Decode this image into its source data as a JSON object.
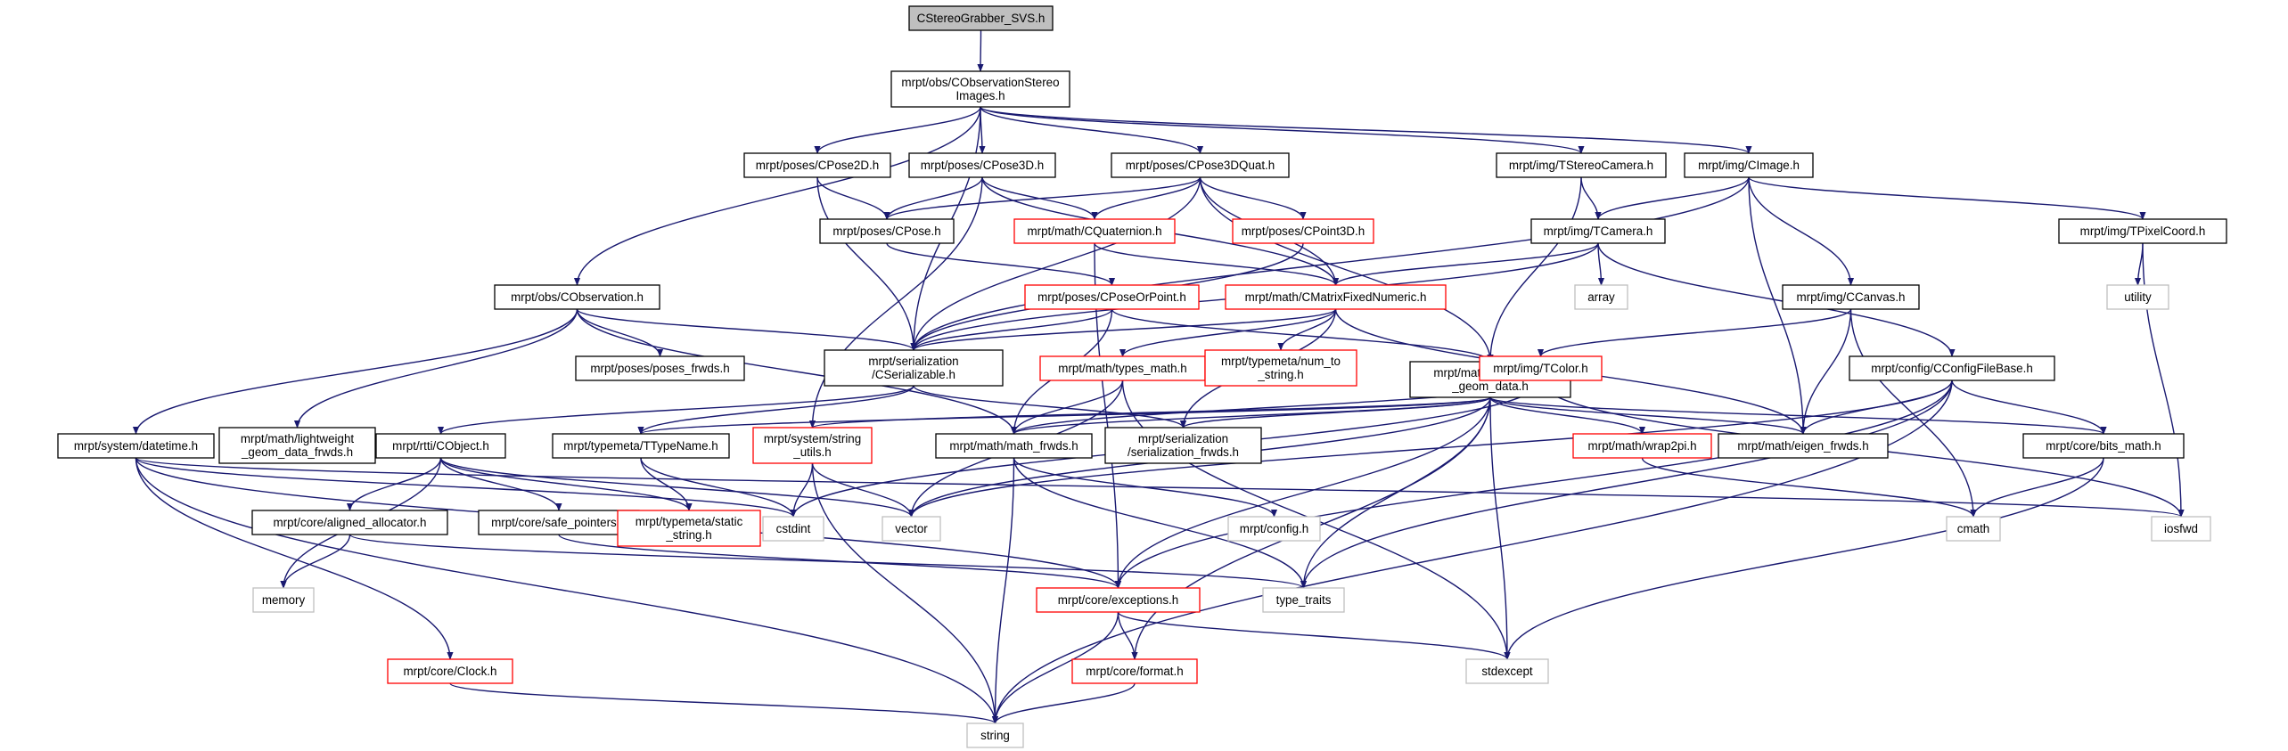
{
  "colors": {
    "edge": "#191970",
    "box_default": "#000000",
    "box_missing": "#ff0000",
    "box_external": "#bfbfbf",
    "fill_root": "#bfbfbf",
    "fill_default": "#ffffff"
  },
  "nodes": [
    {
      "id": "root",
      "lines": [
        "CStereoGrabber_SVS.h"
      ],
      "style": "root"
    },
    {
      "id": "obsstereo",
      "lines": [
        "mrpt/obs/CObservationStereo",
        "Images.h"
      ],
      "style": "default"
    },
    {
      "id": "pose2d",
      "lines": [
        "mrpt/poses/CPose2D.h"
      ],
      "style": "default"
    },
    {
      "id": "pose3d",
      "lines": [
        "mrpt/poses/CPose3D.h"
      ],
      "style": "default"
    },
    {
      "id": "pose3dquat",
      "lines": [
        "mrpt/poses/CPose3DQuat.h"
      ],
      "style": "default"
    },
    {
      "id": "tstereocam",
      "lines": [
        "mrpt/img/TStereoCamera.h"
      ],
      "style": "default"
    },
    {
      "id": "cimage",
      "lines": [
        "mrpt/img/CImage.h"
      ],
      "style": "default"
    },
    {
      "id": "cpose",
      "lines": [
        "mrpt/poses/CPose.h"
      ],
      "style": "default"
    },
    {
      "id": "cquat",
      "lines": [
        "mrpt/math/CQuaternion.h"
      ],
      "style": "missing"
    },
    {
      "id": "cpoint3d",
      "lines": [
        "mrpt/poses/CPoint3D.h"
      ],
      "style": "missing"
    },
    {
      "id": "tcamera",
      "lines": [
        "mrpt/img/TCamera.h"
      ],
      "style": "default"
    },
    {
      "id": "tpixel",
      "lines": [
        "mrpt/img/TPixelCoord.h"
      ],
      "style": "default"
    },
    {
      "id": "array",
      "lines": [
        "array"
      ],
      "style": "external"
    },
    {
      "id": "utility",
      "lines": [
        "utility"
      ],
      "style": "external"
    },
    {
      "id": "cobservation",
      "lines": [
        "mrpt/obs/CObservation.h"
      ],
      "style": "default"
    },
    {
      "id": "cposeorpoint",
      "lines": [
        "mrpt/poses/CPoseOrPoint.h"
      ],
      "style": "missing"
    },
    {
      "id": "cmatfixed",
      "lines": [
        "mrpt/math/CMatrixFixedNumeric.h"
      ],
      "style": "missing"
    },
    {
      "id": "ccanvas",
      "lines": [
        "mrpt/img/CCanvas.h"
      ],
      "style": "default"
    },
    {
      "id": "posesfrwds",
      "lines": [
        "mrpt/poses/poses_frwds.h"
      ],
      "style": "default"
    },
    {
      "id": "cserial",
      "lines": [
        "mrpt/serialization",
        "/CSerializable.h"
      ],
      "style": "default"
    },
    {
      "id": "typesmath",
      "lines": [
        "mrpt/math/types_math.h"
      ],
      "style": "missing"
    },
    {
      "id": "numtostring",
      "lines": [
        "mrpt/typemeta/num_to",
        "_string.h"
      ],
      "style": "missing"
    },
    {
      "id": "lwgeom",
      "lines": [
        "mrpt/math/lightweight",
        "_geom_data.h"
      ],
      "style": "default"
    },
    {
      "id": "tcolor",
      "lines": [
        "mrpt/img/TColor.h"
      ],
      "style": "missing"
    },
    {
      "id": "cconfig",
      "lines": [
        "mrpt/config/CConfigFileBase.h"
      ],
      "style": "default"
    },
    {
      "id": "datetime",
      "lines": [
        "mrpt/system/datetime.h"
      ],
      "style": "default"
    },
    {
      "id": "lwgeomfrwds",
      "lines": [
        "mrpt/math/lightweight",
        "_geom_data_frwds.h"
      ],
      "style": "default"
    },
    {
      "id": "cobject",
      "lines": [
        "mrpt/rtti/CObject.h"
      ],
      "style": "default"
    },
    {
      "id": "ttypename",
      "lines": [
        "mrpt/typemeta/TTypeName.h"
      ],
      "style": "default"
    },
    {
      "id": "stringutils",
      "lines": [
        "mrpt/system/string",
        "_utils.h"
      ],
      "style": "missing"
    },
    {
      "id": "mathfrwds",
      "lines": [
        "mrpt/math/math_frwds.h"
      ],
      "style": "default"
    },
    {
      "id": "serialfrwds",
      "lines": [
        "mrpt/serialization",
        "/serialization_frwds.h"
      ],
      "style": "default"
    },
    {
      "id": "wrap2pi",
      "lines": [
        "mrpt/math/wrap2pi.h"
      ],
      "style": "missing"
    },
    {
      "id": "eigenfrwds",
      "lines": [
        "mrpt/math/eigen_frwds.h"
      ],
      "style": "default"
    },
    {
      "id": "bitsmath",
      "lines": [
        "mrpt/core/bits_math.h"
      ],
      "style": "default"
    },
    {
      "id": "alignedalloc",
      "lines": [
        "mrpt/core/aligned_allocator.h"
      ],
      "style": "default"
    },
    {
      "id": "safeptr",
      "lines": [
        "mrpt/core/safe_pointers.h"
      ],
      "style": "default"
    },
    {
      "id": "staticstr",
      "lines": [
        "mrpt/typemeta/static",
        "_string.h"
      ],
      "style": "missing"
    },
    {
      "id": "cstdint",
      "lines": [
        "cstdint"
      ],
      "style": "external"
    },
    {
      "id": "vector",
      "lines": [
        "vector"
      ],
      "style": "external"
    },
    {
      "id": "config",
      "lines": [
        "mrpt/config.h"
      ],
      "style": "external"
    },
    {
      "id": "cmath",
      "lines": [
        "cmath"
      ],
      "style": "external"
    },
    {
      "id": "iosfwd",
      "lines": [
        "iosfwd"
      ],
      "style": "external"
    },
    {
      "id": "memory",
      "lines": [
        "memory"
      ],
      "style": "external"
    },
    {
      "id": "exceptions",
      "lines": [
        "mrpt/core/exceptions.h"
      ],
      "style": "missing"
    },
    {
      "id": "typetraits",
      "lines": [
        "type_traits"
      ],
      "style": "external"
    },
    {
      "id": "clock",
      "lines": [
        "mrpt/core/Clock.h"
      ],
      "style": "missing"
    },
    {
      "id": "format",
      "lines": [
        "mrpt/core/format.h"
      ],
      "style": "missing"
    },
    {
      "id": "stdexcept",
      "lines": [
        "stdexcept"
      ],
      "style": "external"
    },
    {
      "id": "string",
      "lines": [
        "string"
      ],
      "style": "external"
    }
  ],
  "edges": [
    [
      "root",
      "obsstereo"
    ],
    [
      "obsstereo",
      "pose2d"
    ],
    [
      "obsstereo",
      "pose3d"
    ],
    [
      "obsstereo",
      "pose3dquat"
    ],
    [
      "obsstereo",
      "tstereocam"
    ],
    [
      "obsstereo",
      "cimage"
    ],
    [
      "obsstereo",
      "cobservation"
    ],
    [
      "obsstereo",
      "cserial"
    ],
    [
      "pose2d",
      "cpose"
    ],
    [
      "pose2d",
      "cserial"
    ],
    [
      "pose3d",
      "cpose"
    ],
    [
      "pose3d",
      "cquat"
    ],
    [
      "pose3d",
      "cmatfixed"
    ],
    [
      "pose3d",
      "stringutils"
    ],
    [
      "pose3dquat",
      "cpose"
    ],
    [
      "pose3dquat",
      "cquat"
    ],
    [
      "pose3dquat",
      "cpoint3d"
    ],
    [
      "pose3dquat",
      "cmatfixed"
    ],
    [
      "pose3dquat",
      "lwgeom"
    ],
    [
      "pose3dquat",
      "cserial"
    ],
    [
      "tstereocam",
      "tcamera"
    ],
    [
      "tstereocam",
      "lwgeom"
    ],
    [
      "cimage",
      "tcamera"
    ],
    [
      "cimage",
      "tpixel"
    ],
    [
      "cimage",
      "ccanvas"
    ],
    [
      "cimage",
      "eigenfrwds"
    ],
    [
      "cimage",
      "cserial"
    ],
    [
      "cpose",
      "cposeorpoint"
    ],
    [
      "cquat",
      "cmatfixed"
    ],
    [
      "cquat",
      "exceptions"
    ],
    [
      "cpoint3d",
      "cserial"
    ],
    [
      "tcamera",
      "array"
    ],
    [
      "tcamera",
      "cmatfixed"
    ],
    [
      "tcamera",
      "cconfig"
    ],
    [
      "tcamera",
      "cserial"
    ],
    [
      "tpixel",
      "utility"
    ],
    [
      "tpixel",
      "iosfwd"
    ],
    [
      "cobservation",
      "cserial"
    ],
    [
      "cobservation",
      "posesfrwds"
    ],
    [
      "cobservation",
      "datetime"
    ],
    [
      "cobservation",
      "lwgeomfrwds"
    ],
    [
      "cobservation",
      "mathfrwds"
    ],
    [
      "cposeorpoint",
      "cserial"
    ],
    [
      "cposeorpoint",
      "lwgeom"
    ],
    [
      "cposeorpoint",
      "mathfrwds"
    ],
    [
      "cmatfixed",
      "cserial"
    ],
    [
      "cmatfixed",
      "typesmath"
    ],
    [
      "cmatfixed",
      "numtostring"
    ],
    [
      "cmatfixed",
      "eigenfrwds"
    ],
    [
      "cmatfixed",
      "serialfrwds"
    ],
    [
      "ccanvas",
      "tcolor"
    ],
    [
      "ccanvas",
      "eigenfrwds"
    ],
    [
      "ccanvas",
      "cmath"
    ],
    [
      "cserial",
      "cobject"
    ],
    [
      "cserial",
      "serialfrwds"
    ],
    [
      "cserial",
      "ttypename"
    ],
    [
      "typesmath",
      "mathfrwds"
    ],
    [
      "typesmath",
      "vector"
    ],
    [
      "typesmath",
      "stdexcept"
    ],
    [
      "lwgeom",
      "mathfrwds"
    ],
    [
      "lwgeom",
      "ttypename"
    ],
    [
      "lwgeom",
      "eigenfrwds"
    ],
    [
      "lwgeom",
      "wrap2pi"
    ],
    [
      "lwgeom",
      "bitsmath"
    ],
    [
      "lwgeom",
      "exceptions"
    ],
    [
      "lwgeom",
      "format"
    ],
    [
      "lwgeom",
      "stdexcept"
    ],
    [
      "lwgeom",
      "typetraits"
    ],
    [
      "lwgeom",
      "vector"
    ],
    [
      "lwgeom",
      "serialfrwds"
    ],
    [
      "lwgeom",
      "stringutils"
    ],
    [
      "tcolor",
      "cstdint"
    ],
    [
      "tcolor",
      "iosfwd"
    ],
    [
      "tcolor",
      "mathfrwds"
    ],
    [
      "cconfig",
      "bitsmath"
    ],
    [
      "cconfig",
      "eigenfrwds"
    ],
    [
      "cconfig",
      "exceptions"
    ],
    [
      "cconfig",
      "typetraits"
    ],
    [
      "cconfig",
      "string"
    ],
    [
      "cconfig",
      "vector"
    ],
    [
      "datetime",
      "cstdint"
    ],
    [
      "datetime",
      "exceptions"
    ],
    [
      "datetime",
      "clock"
    ],
    [
      "datetime",
      "string"
    ],
    [
      "datetime",
      "iosfwd"
    ],
    [
      "cobject",
      "alignedalloc"
    ],
    [
      "cobject",
      "safeptr"
    ],
    [
      "cobject",
      "staticstr"
    ],
    [
      "cobject",
      "memory"
    ],
    [
      "cobject",
      "vector"
    ],
    [
      "ttypename",
      "staticstr"
    ],
    [
      "ttypename",
      "cstdint"
    ],
    [
      "stringutils",
      "cstdint"
    ],
    [
      "stringutils",
      "vector"
    ],
    [
      "stringutils",
      "string"
    ],
    [
      "mathfrwds",
      "config"
    ],
    [
      "mathfrwds",
      "string"
    ],
    [
      "mathfrwds",
      "typetraits"
    ],
    [
      "wrap2pi",
      "cmath"
    ],
    [
      "bitsmath",
      "cmath"
    ],
    [
      "bitsmath",
      "stdexcept"
    ],
    [
      "alignedalloc",
      "memory"
    ],
    [
      "alignedalloc",
      "typetraits"
    ],
    [
      "safeptr",
      "exceptions"
    ],
    [
      "exceptions",
      "string"
    ],
    [
      "exceptions",
      "stdexcept"
    ],
    [
      "exceptions",
      "format"
    ],
    [
      "clock",
      "string"
    ],
    [
      "format",
      "string"
    ]
  ]
}
